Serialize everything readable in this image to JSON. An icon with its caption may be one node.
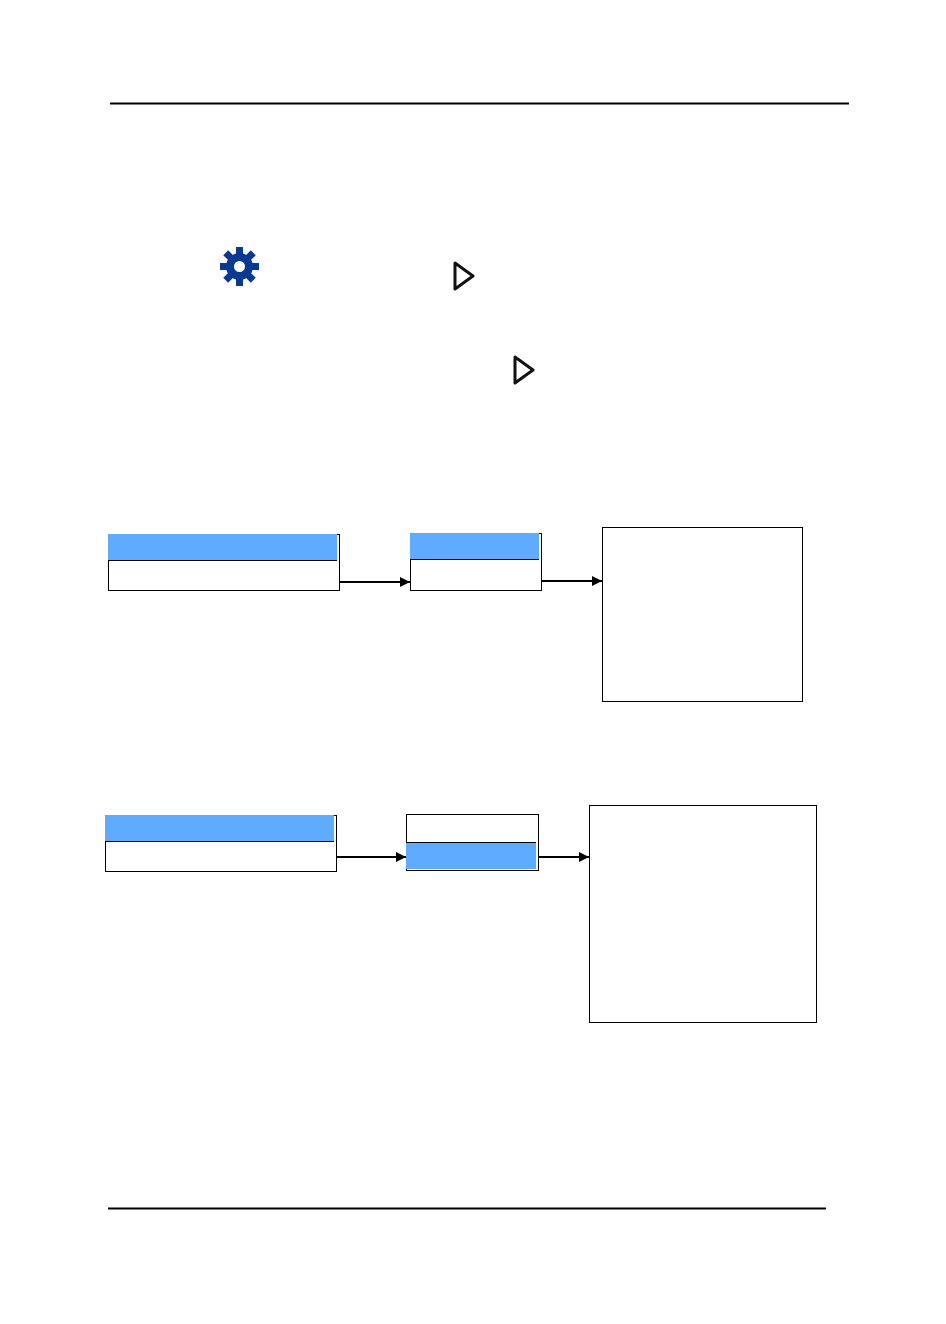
{
  "diagram": {
    "nodes": [
      {
        "text": [],
        "shape": "box"
      },
      {
        "text": [],
        "shape": "bar",
        "in": 0
      },
      {
        "text": [],
        "shape": "box"
      },
      {
        "text": [],
        "shape": "bar",
        "in": 2
      },
      {
        "text": [],
        "shape": "box"
      },
      {
        "text": [],
        "shape": "box"
      },
      {
        "text": [],
        "shape": "bar",
        "in": 5
      },
      {
        "text": [],
        "shape": "box"
      },
      {
        "text": [],
        "shape": "bar",
        "in": 7
      },
      {
        "text": [],
        "shape": "box"
      }
    ],
    "edges": [
      {
        "from": 0,
        "to": 2,
        "arrow": "to"
      },
      {
        "from": 2,
        "to": 4,
        "arrow": "to"
      },
      {
        "from": 5,
        "to": 7,
        "arrow": "to"
      },
      {
        "from": 7,
        "to": 9,
        "arrow": "to"
      }
    ]
  }
}
